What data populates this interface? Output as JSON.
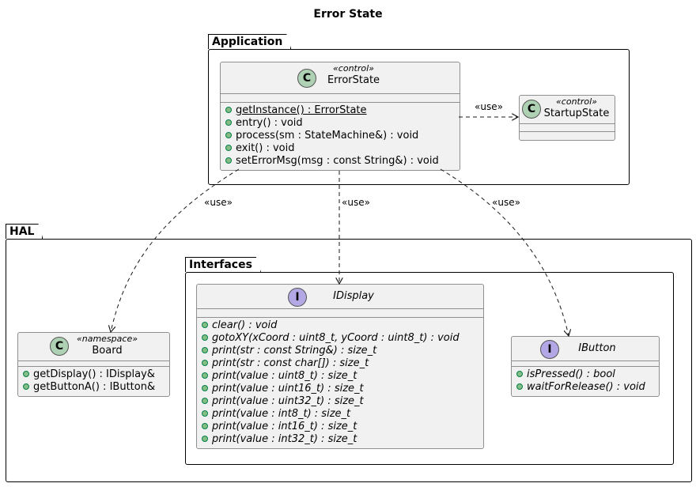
{
  "diagram_title": "Error State",
  "packages": {
    "application": "Application",
    "hal": "HAL",
    "interfaces": "Interfaces"
  },
  "classes": {
    "error_state": {
      "badge": "C",
      "stereotype": "«control»",
      "name": "ErrorState",
      "members": [
        "getInstance() : ErrorState",
        "entry() : void",
        "process(sm : StateMachine&) : void",
        "exit() : void",
        "setErrorMsg(msg : const String&) : void"
      ]
    },
    "startup_state": {
      "badge": "C",
      "stereotype": "«control»",
      "name": "StartupState"
    },
    "board": {
      "badge": "C",
      "stereotype": "«namespace»",
      "name": "Board",
      "members": [
        "getDisplay() : IDisplay&",
        "getButtonA() : IButton&"
      ]
    },
    "idisplay": {
      "badge": "I",
      "name": "IDisplay",
      "members": [
        "clear() : void",
        "gotoXY(xCoord : uint8_t, yCoord : uint8_t) : void",
        "print(str : const String&) : size_t",
        "print(str : const char[]) : size_t",
        "print(value : uint8_t) : size_t",
        "print(value : uint16_t) : size_t",
        "print(value : uint32_t) : size_t",
        "print(value : int8_t) : size_t",
        "print(value : int16_t) : size_t",
        "print(value : int32_t) : size_t"
      ]
    },
    "ibutton": {
      "badge": "I",
      "name": "IButton",
      "members": [
        "isPressed() : bool",
        "waitForRelease() : void"
      ]
    }
  },
  "edges": {
    "use_label": "«use»"
  },
  "colors": {
    "class_fill": "#f1f1f1",
    "class_border": "#8f8f8f",
    "class_badge": "#add1b2",
    "interface_badge": "#b4a7e5",
    "visibility_dot": "#84be84"
  }
}
